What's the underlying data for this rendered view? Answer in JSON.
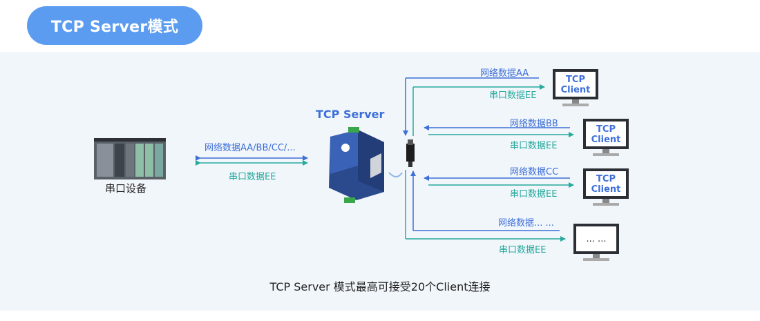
{
  "header": {
    "title": "TCP Server模式"
  },
  "device": {
    "label": "串口设备"
  },
  "server": {
    "label": "TCP Server"
  },
  "link": {
    "network_label": "网络数据AA/BB/CC/...",
    "serial_label": "串口数据EE"
  },
  "clients": [
    {
      "network_label": "网络数据AA",
      "serial_label": "串口数据EE",
      "screen_line1": "TCP",
      "screen_line2": "Client"
    },
    {
      "network_label": "网络数据BB",
      "serial_label": "串口数据EE",
      "screen_line1": "TCP",
      "screen_line2": "Client"
    },
    {
      "network_label": "网络数据CC",
      "serial_label": "串口数据EE",
      "screen_line1": "TCP",
      "screen_line2": "Client"
    },
    {
      "network_label": "网络数据... ...",
      "serial_label": "串口数据EE",
      "screen_line1": "... ...",
      "screen_line2": ""
    }
  ],
  "caption": "TCP Server 模式最高可接受20个Client连接",
  "colors": {
    "accent": "#5b9cf0",
    "network": "#3e6fd8",
    "serial": "#27a99c"
  }
}
